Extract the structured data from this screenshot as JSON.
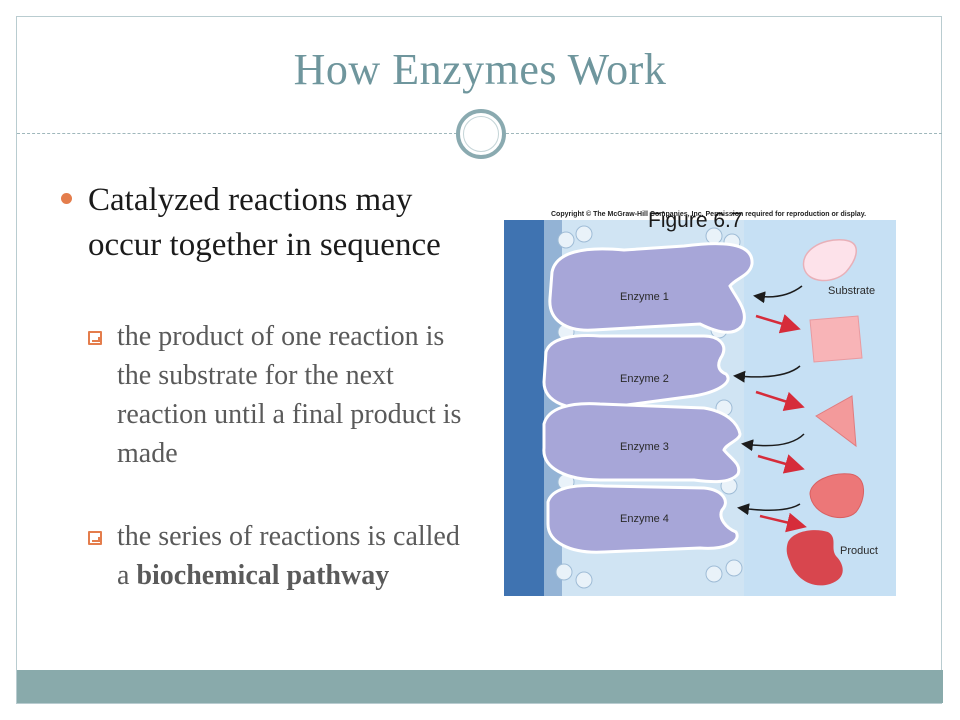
{
  "slide": {
    "title": "How Enzymes Work",
    "bullet_main": "Catalyzed reactions may occur together in sequence",
    "sub_bullet_1": "the product of one reaction is the  substrate for the next reaction until a final product is made",
    "sub_bullet_2_prefix": "the series of reactions is called a ",
    "sub_bullet_2_bold": "biochemical pathway"
  },
  "figure": {
    "label": "Figure 6.7",
    "copyright": "Copyright © The McGraw-Hill Companies, Inc. Permission required for reproduction or display.",
    "enzymes": [
      "Enzyme 1",
      "Enzyme 2",
      "Enzyme 3",
      "Enzyme 4"
    ],
    "substrate_label": "Substrate",
    "product_label": "Product"
  },
  "colors": {
    "title": "#6f969d",
    "accent": "#e47d4c",
    "bar": "#89aaab",
    "enzyme_fill": "#a7a6d8",
    "background_blue": "#c6e0f4",
    "membrane_blue": "#3f73b1",
    "arrow_red": "#d62c3a"
  }
}
